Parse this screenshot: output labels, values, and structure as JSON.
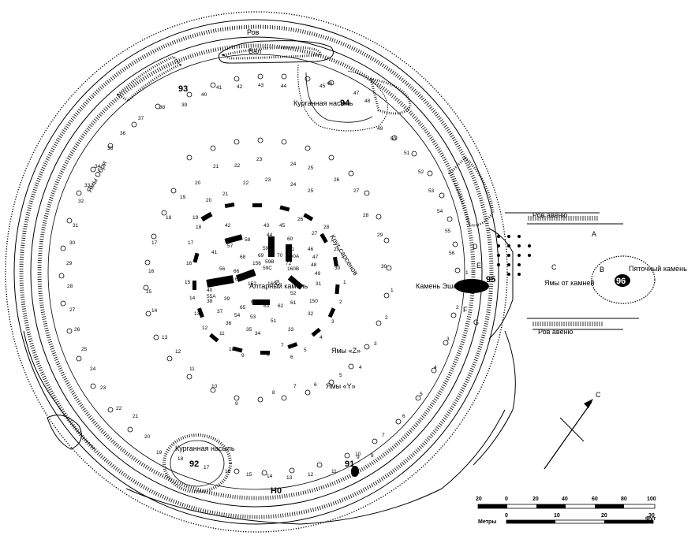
{
  "labels": {
    "ditch": "Ров",
    "bank": "Вал",
    "barrow_north": "Курганная насыпь",
    "barrow_south": "Курганная насыпь",
    "aubrey_holes": "Ямы Обри",
    "sarsen_circle": "Круг сарсенов",
    "altar_stone": "Алтарный камень",
    "slaughter_stone": "Камень Эшафот",
    "heel_stone": "Пяточный камень",
    "avenue_ditch_north": "Ров авеню",
    "avenue_ditch_south": "Ров авеню",
    "stone_holes": "Ямы от камней",
    "z_holes": "Ямы «Z»",
    "y_holes": "Ямы «Y»"
  },
  "station_numbers": {
    "s93": "93",
    "s94": "94",
    "s95": "95",
    "s96": "96",
    "s91": "91",
    "s92": "92",
    "h0": "H0"
  },
  "letters": {
    "a": "A",
    "b": "B",
    "c": "C",
    "d": "D",
    "e": "E",
    "f": "F",
    "g": "G",
    "c_north": "C"
  },
  "aubrey_numbers": [
    "1",
    "2",
    "3",
    "4",
    "5",
    "6",
    "7",
    "8",
    "9",
    "10",
    "11",
    "12",
    "13",
    "14",
    "15",
    "16",
    "17",
    "18",
    "19",
    "20",
    "21",
    "22",
    "23",
    "24",
    "25",
    "26",
    "27",
    "28",
    "29",
    "30",
    "31",
    "32",
    "33",
    "34",
    "35",
    "36",
    "37",
    "38",
    "39",
    "40",
    "41",
    "42",
    "43",
    "44",
    "45",
    "46",
    "47",
    "48",
    "49",
    "50",
    "51",
    "52",
    "53",
    "54",
    "55",
    "56"
  ],
  "y_numbers": [
    "1",
    "2",
    "3",
    "4",
    "5",
    "6",
    "7",
    "8",
    "9",
    "10",
    "11",
    "12",
    "13",
    "14",
    "15",
    "16",
    "17",
    "18",
    "19",
    "20",
    "21",
    "22",
    "23",
    "24",
    "25",
    "26",
    "27",
    "28",
    "29",
    "30"
  ],
  "bluestone_numbers": [
    "1",
    "2",
    "3",
    "4",
    "5",
    "6",
    "7",
    "8",
    "9",
    "10",
    "11",
    "12",
    "13",
    "14",
    "15",
    "16",
    "17",
    "18",
    "19",
    "20",
    "21",
    "22",
    "23",
    "24",
    "25",
    "26",
    "27",
    "28",
    "29",
    "30",
    "31",
    "32",
    "33",
    "34",
    "35",
    "36",
    "37",
    "38",
    "39",
    "40",
    "41",
    "42",
    "43",
    "44",
    "45",
    "46",
    "47",
    "48",
    "49"
  ],
  "trilithon_numbers": [
    "51",
    "52",
    "53",
    "54",
    "55A",
    "56",
    "57",
    "58",
    "59A",
    "59B",
    "59C",
    "60",
    "61",
    "62",
    "63",
    "64",
    "65",
    "66",
    "67",
    "68",
    "69",
    "70",
    "71",
    "72",
    "150",
    "152",
    "156",
    "160A",
    "160B",
    "160C"
  ],
  "scale": {
    "feet_label": "Фут",
    "meters_label": "Метры",
    "feet_ticks": [
      "20",
      "0",
      "20",
      "40",
      "60",
      "80",
      "100"
    ],
    "meter_ticks": [
      "0",
      "10",
      "20",
      "30"
    ]
  },
  "north_arrow": {
    "label": "C"
  },
  "colors": {
    "ink": "#000000",
    "paper": "#ffffff"
  }
}
